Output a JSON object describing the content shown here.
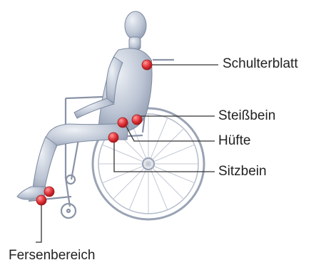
{
  "labels": {
    "shoulder_blade": "Schulterblatt",
    "tailbone": "Steißbein",
    "hip": "Hüfte",
    "ischium": "Sitzbein",
    "heel": "Fersenbereich"
  },
  "colors": {
    "pressure_point": "#e0343a",
    "leader_line": "#333333",
    "figure": "#b9c3d3",
    "wheelchair": "#8a93a6"
  }
}
